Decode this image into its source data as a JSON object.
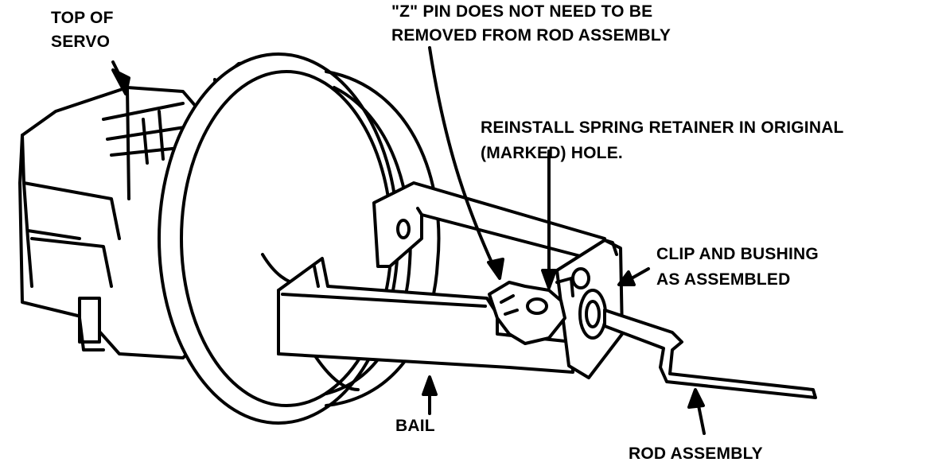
{
  "diagram": {
    "labels": {
      "top_of_servo_1": "TOP OF",
      "top_of_servo_2": "SERVO",
      "z_pin_1": "\"Z\" PIN DOES NOT NEED TO BE",
      "z_pin_2": "REMOVED FROM ROD ASSEMBLY",
      "spring_retainer_1": "REINSTALL SPRING RETAINER IN ORIGINAL",
      "spring_retainer_2": "(MARKED) HOLE.",
      "clip_bushing_1": "CLIP AND BUSHING",
      "clip_bushing_2": "AS ASSEMBLED",
      "bail": "BAIL",
      "rod_assembly": "ROD ASSEMBLY"
    },
    "colors": {
      "ink": "#000000",
      "paper": "#ffffff"
    }
  }
}
